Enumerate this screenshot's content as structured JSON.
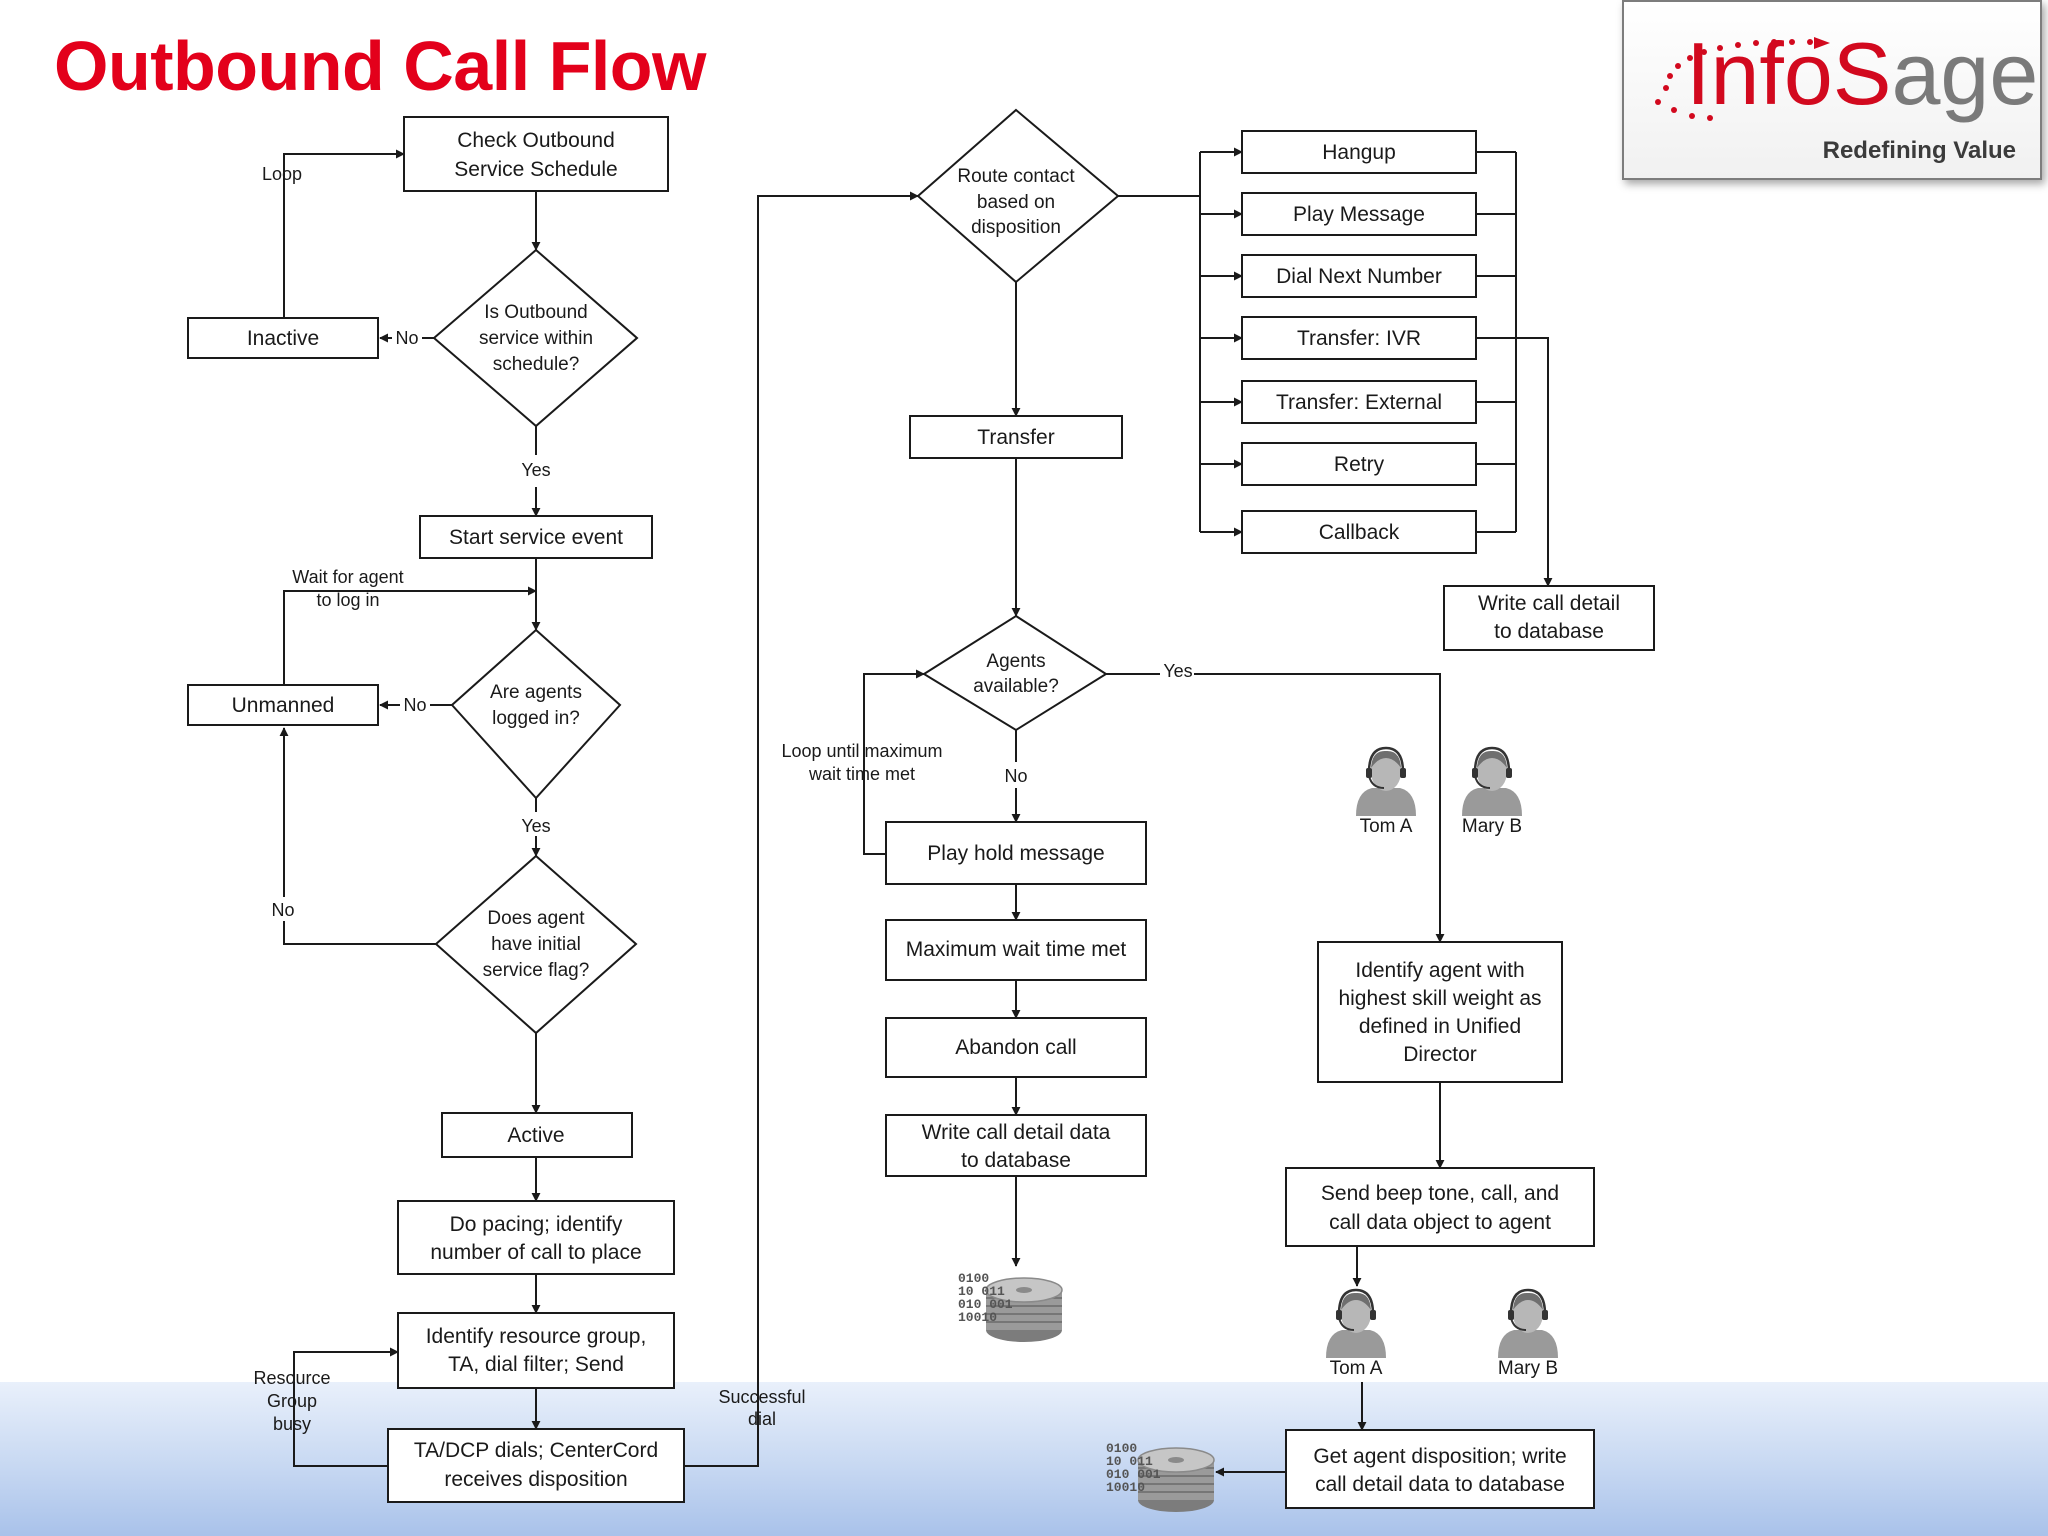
{
  "title": "Outbound Call Flow",
  "logo": {
    "part1": "Info",
    "part2": "S",
    "part3": "age",
    "tagline": "Redefining Value",
    "color_red": "#d2091e",
    "color_gray": "#7a7a7a"
  },
  "colors": {
    "title": "#e3001b",
    "line": "#1a1a1a",
    "band": "#c7d8f2"
  },
  "nodes": {
    "check_schedule": [
      "Check Outbound",
      "Service Schedule"
    ],
    "within_schedule": [
      "Is Outbound",
      "service within",
      "schedule?"
    ],
    "inactive": [
      "Inactive"
    ],
    "start_event": [
      "Start service event"
    ],
    "agents_logged": [
      "Are agents",
      "logged in?"
    ],
    "unmanned": [
      "Unmanned"
    ],
    "initial_flag": [
      "Does agent",
      "have initial",
      "service flag?"
    ],
    "active": [
      "Active"
    ],
    "pacing": [
      "Do pacing; identify",
      "number of call to place"
    ],
    "resource_group": [
      "Identify resource group,",
      "TA, dial filter; Send"
    ],
    "dials": [
      "TA/DCP dials; CenterCord",
      "receives disposition"
    ],
    "route_contact": [
      "Route contact",
      "based on",
      "disposition"
    ],
    "transfer": [
      "Transfer"
    ],
    "hangup": [
      "Hangup"
    ],
    "play_message": [
      "Play Message"
    ],
    "dial_next": [
      "Dial Next Number"
    ],
    "transfer_ivr": [
      "Transfer: IVR"
    ],
    "transfer_external": [
      "Transfer: External"
    ],
    "retry": [
      "Retry"
    ],
    "callback": [
      "Callback"
    ],
    "write_detail_right": [
      "Write call detail",
      "to database"
    ],
    "agents_available": [
      "Agents",
      "available?"
    ],
    "play_hold": [
      "Play hold message"
    ],
    "max_wait": [
      "Maximum wait time met"
    ],
    "abandon": [
      "Abandon call"
    ],
    "write_detail_mid": [
      "Write call detail data",
      "to database"
    ],
    "identify_agent": [
      "Identify agent with",
      "highest skill weight as",
      "defined in Unified",
      "Director"
    ],
    "send_beep": [
      "Send beep tone, call, and",
      "call data object to agent"
    ],
    "get_disposition": [
      "Get agent disposition; write",
      "call detail data to database"
    ]
  },
  "labels": {
    "loop": [
      "Loop"
    ],
    "no1": [
      "No"
    ],
    "yes1": [
      "Yes"
    ],
    "wait_agent": [
      "Wait for agent",
      "to log in"
    ],
    "no2": [
      "No"
    ],
    "yes2": [
      "Yes"
    ],
    "no3": [
      "No"
    ],
    "rg_busy": [
      "Resource",
      "Group",
      "busy"
    ],
    "successful_dial": [
      "Successful",
      "dial"
    ],
    "yes_avail": [
      "Yes"
    ],
    "loop_max": [
      "Loop until maximum",
      "wait time met"
    ],
    "no_avail": [
      "No"
    ],
    "tom1": [
      "Tom A"
    ],
    "mary1": [
      "Mary B"
    ],
    "tom2": [
      "Tom A"
    ],
    "mary2": [
      "Mary B"
    ]
  },
  "icons": {
    "agent": "person-with-headset-icon",
    "database": "database-disk-stack-icon",
    "db_binary": [
      "0100",
      "10 011",
      "010 001",
      "10010"
    ]
  }
}
